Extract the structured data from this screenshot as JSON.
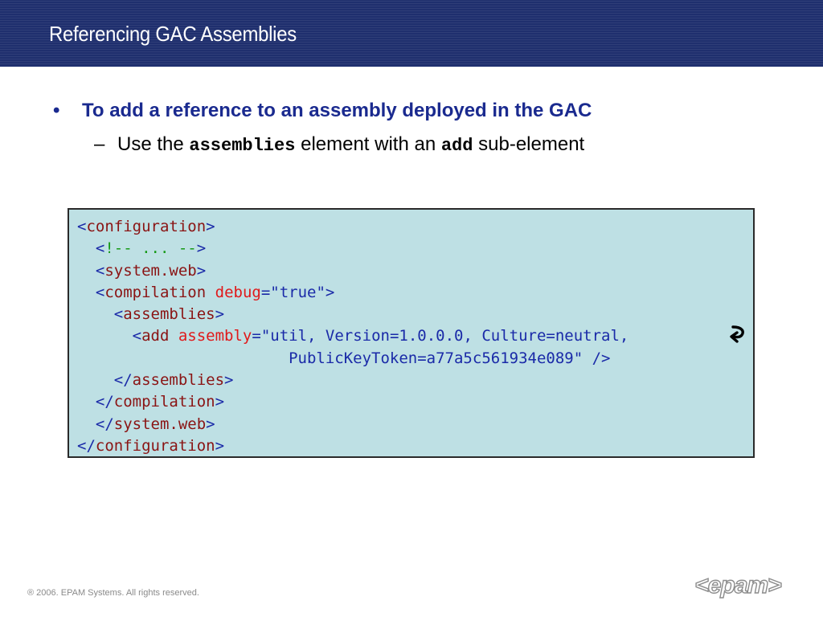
{
  "header": {
    "title": "Referencing GAC Assemblies",
    "background_color": "#1f2f6e"
  },
  "content": {
    "bullet1": {
      "marker": "•",
      "text": "To add a reference to an assembly deployed in the GAC"
    },
    "bullet2": {
      "marker": "–",
      "parts": [
        "Use the ",
        "assemblies",
        " element with an ",
        "add",
        " sub-element"
      ]
    }
  },
  "code": {
    "background_color": "#bee0e4",
    "lines": [
      [
        {
          "t": "<",
          "c": "d"
        },
        {
          "t": "configuration",
          "c": "tag"
        },
        {
          "t": ">",
          "c": "d"
        }
      ],
      [
        {
          "t": "  <",
          "c": "d"
        },
        {
          "t": "!-- ... --",
          "c": "com"
        },
        {
          "t": ">",
          "c": "d"
        }
      ],
      [
        {
          "t": "  <",
          "c": "d"
        },
        {
          "t": "system.web",
          "c": "tag"
        },
        {
          "t": ">",
          "c": "d"
        }
      ],
      [
        {
          "t": "  <",
          "c": "d"
        },
        {
          "t": "compilation",
          "c": "tag"
        },
        {
          "t": " ",
          "c": "d"
        },
        {
          "t": "debug",
          "c": "attr"
        },
        {
          "t": "=\"true\">",
          "c": "d"
        }
      ],
      [
        {
          "t": "    <",
          "c": "d"
        },
        {
          "t": "assemblies",
          "c": "tag"
        },
        {
          "t": ">",
          "c": "d"
        }
      ],
      [
        {
          "t": "      <",
          "c": "d"
        },
        {
          "t": "add",
          "c": "tag"
        },
        {
          "t": " ",
          "c": "d"
        },
        {
          "t": "assembly",
          "c": "attr"
        },
        {
          "t": "=\"util, Version=1.0.0.0, Culture=neutral,",
          "c": "d"
        }
      ],
      [
        {
          "t": "                       PublicKeyToken=a77a5c561934e089\" />",
          "c": "d"
        }
      ],
      [
        {
          "t": "    </",
          "c": "d"
        },
        {
          "t": "assemblies",
          "c": "tag"
        },
        {
          "t": ">",
          "c": "d"
        }
      ],
      [
        {
          "t": "  </",
          "c": "d"
        },
        {
          "t": "compilation",
          "c": "tag"
        },
        {
          "t": ">",
          "c": "d"
        }
      ],
      [
        {
          "t": "  </",
          "c": "d"
        },
        {
          "t": "system.web",
          "c": "tag"
        },
        {
          "t": ">",
          "c": "d"
        }
      ],
      [
        {
          "t": "</",
          "c": "d"
        },
        {
          "t": "configuration",
          "c": "tag"
        },
        {
          "t": ">",
          "c": "d"
        }
      ]
    ],
    "wrap_icon": "line-continuation-arrow-icon"
  },
  "footer": {
    "copyright": "® 2006. EPAM Systems. All rights reserved."
  },
  "logo": {
    "text": "<epam>",
    "icon": "epam-logo"
  }
}
